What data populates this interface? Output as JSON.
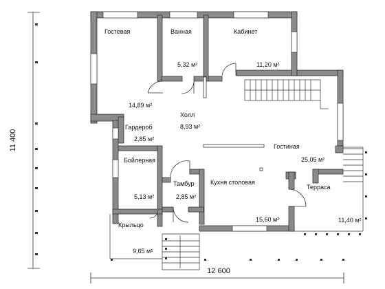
{
  "colors": {
    "wall": "#8a8a8a",
    "outline": "#333333",
    "background": "#ffffff"
  },
  "rooms": [
    {
      "id": "guest",
      "name": "Гостевая",
      "area": "14,89 м²"
    },
    {
      "id": "bath",
      "name": "Ванная",
      "area": "5,32 м²"
    },
    {
      "id": "office",
      "name": "Кабинет",
      "area": "11,20 м²"
    },
    {
      "id": "hall",
      "name": "Холл",
      "area": "8,93 м²"
    },
    {
      "id": "wardrobe",
      "name": "Гардероб",
      "area": "2,85 м²"
    },
    {
      "id": "living",
      "name": "Гостиная",
      "area": "25,05 м²"
    },
    {
      "id": "boiler",
      "name": "Бойлерная",
      "area": "5,13 м²"
    },
    {
      "id": "vestibule",
      "name": "Тамбур",
      "area": "2,85 м²"
    },
    {
      "id": "kitchen",
      "name": "Кухня столовая",
      "area": "15,60 м²"
    },
    {
      "id": "terrace",
      "name": "Терраса",
      "area": "11,40 м²"
    },
    {
      "id": "porch",
      "name": "Крыльцо",
      "area": "9,65 м²"
    }
  ],
  "dimensions": {
    "width": "12 600",
    "height": "11 400"
  }
}
